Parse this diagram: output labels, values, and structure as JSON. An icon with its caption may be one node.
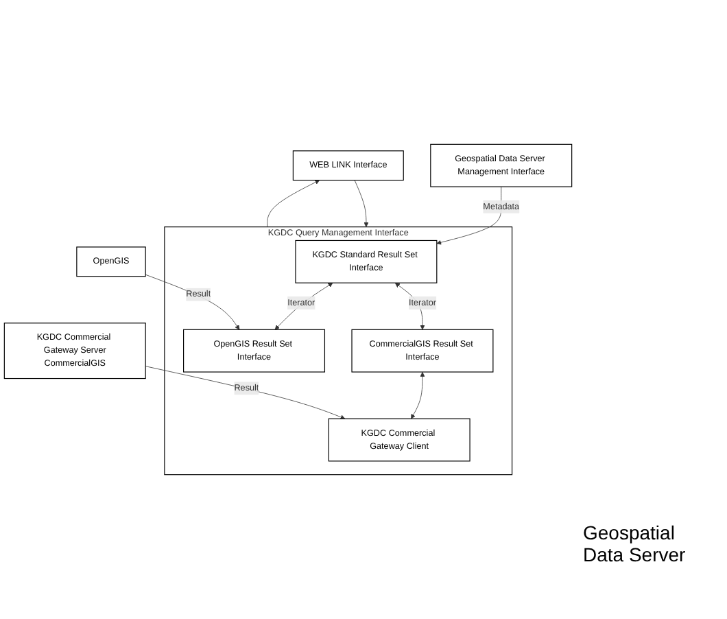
{
  "diagram": {
    "nodes": [
      {
        "text": [
          "WEB LINK Interface"
        ]
      },
      {
        "text": [
          "KGDC Query Management Interface"
        ]
      },
      {
        "text": [
          "Geospatial Data Server Management Interface"
        ]
      },
      {
        "text": [
          "KGDC Standard Result Set Interface"
        ],
        "in": 1
      },
      {
        "text": [
          "OpenGIS Result Set Interface"
        ],
        "in": 1
      },
      {
        "text": [
          "CommercialGIS Result Set Interface"
        ],
        "in": 1
      },
      {
        "text": [
          "KGDC Commercial Gateway Client"
        ],
        "in": 1
      },
      {
        "text": [
          "OpenGIS"
        ]
      },
      {
        "text": [
          "KGDC Commercial Gateway Server",
          "CommercialGIS"
        ]
      }
    ],
    "edges": [
      {
        "from": 0,
        "to": 1,
        "arrow": "to"
      },
      {
        "from": 1,
        "to": 0,
        "arrow": "to"
      },
      {
        "from": 2,
        "to": 3,
        "arrow": "to",
        "label": "Metadata"
      },
      {
        "from": 3,
        "to": 4,
        "arrow": "both",
        "label": "Iterator"
      },
      {
        "from": 3,
        "to": 5,
        "arrow": "both",
        "label": "Iterator"
      },
      {
        "from": 5,
        "to": 6,
        "arrow": "both"
      },
      {
        "from": 7,
        "to": 4,
        "arrow": "to",
        "label": "Result"
      },
      {
        "from": 8,
        "to": 6,
        "arrow": "to",
        "label": "Result"
      }
    ],
    "labels": [
      "Geospatial Data Server"
    ]
  }
}
